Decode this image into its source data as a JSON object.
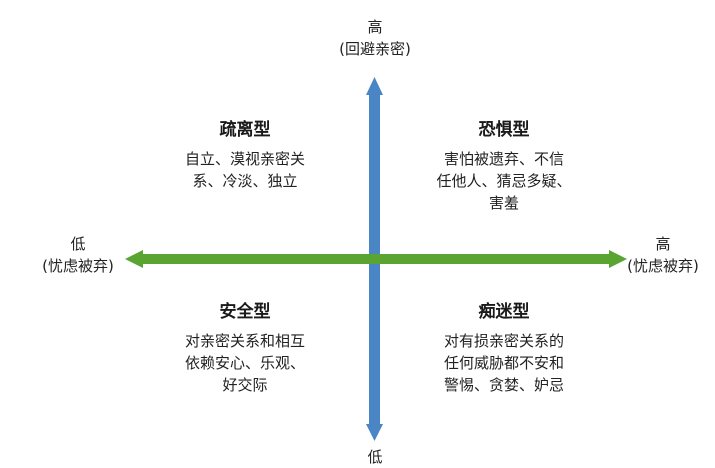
{
  "colors": {
    "vertical_axis": "#4a86c5",
    "horizontal_axis": "#5aa531"
  },
  "axis_labels": {
    "top": {
      "level": "高",
      "dimension": "(回避亲密)"
    },
    "left": {
      "level": "低",
      "dimension": "(忧虑被弃)"
    },
    "right": {
      "level": "高",
      "dimension": "(忧虑被弃)"
    },
    "bottom": {
      "level": "低"
    }
  },
  "quadrants": {
    "top_left": {
      "title": "疏离型",
      "lines": [
        "自立、漠视亲密关",
        "系、冷淡、独立"
      ]
    },
    "top_right": {
      "title": "恐惧型",
      "lines": [
        "害怕被遗弃、不信",
        "任他人、猜忌多疑、",
        "害羞"
      ]
    },
    "bottom_left": {
      "title": "安全型",
      "lines": [
        "对亲密关系和相互",
        "依赖安心、乐观、",
        "好交际"
      ]
    },
    "bottom_right": {
      "title": "痴迷型",
      "lines": [
        "对有损亲密关系的",
        "任何威胁都不安和",
        "警惕、贪婪、妒忌"
      ]
    }
  }
}
